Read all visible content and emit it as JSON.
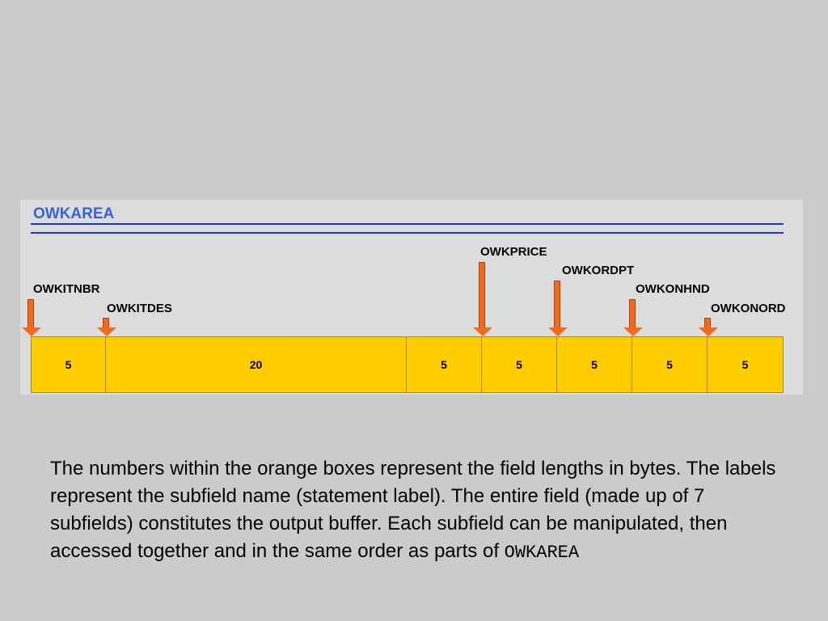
{
  "panel": {
    "title": "OWKAREA",
    "labels": {
      "owkitnbr": "OWKITNBR",
      "owkitdes": "OWKITDES",
      "owkprice": "OWKPRICE",
      "owkordpt": "OWKORDPT",
      "owkonhnd": "OWKONHND",
      "owkonord": "OWKONORD"
    },
    "cells": [
      "5",
      "20",
      "5",
      "5",
      "5",
      "5",
      "5"
    ]
  },
  "description": {
    "text": "The numbers within the orange boxes represent the field lengths in bytes.  The labels represent the subfield name (statement label).  The entire field (made up of 7 subfields) constitutes the output buffer.  Each subfield can be manipulated, then accessed together and in the same order as parts of ",
    "code": "OWKAREA"
  },
  "colors": {
    "background": "#cbcbcb",
    "panel": "#dcdcdc",
    "title": "#3a60e0",
    "rule": "#2233cc",
    "cell_fill": "#ffcc00",
    "arrow": "#f26a1b"
  }
}
